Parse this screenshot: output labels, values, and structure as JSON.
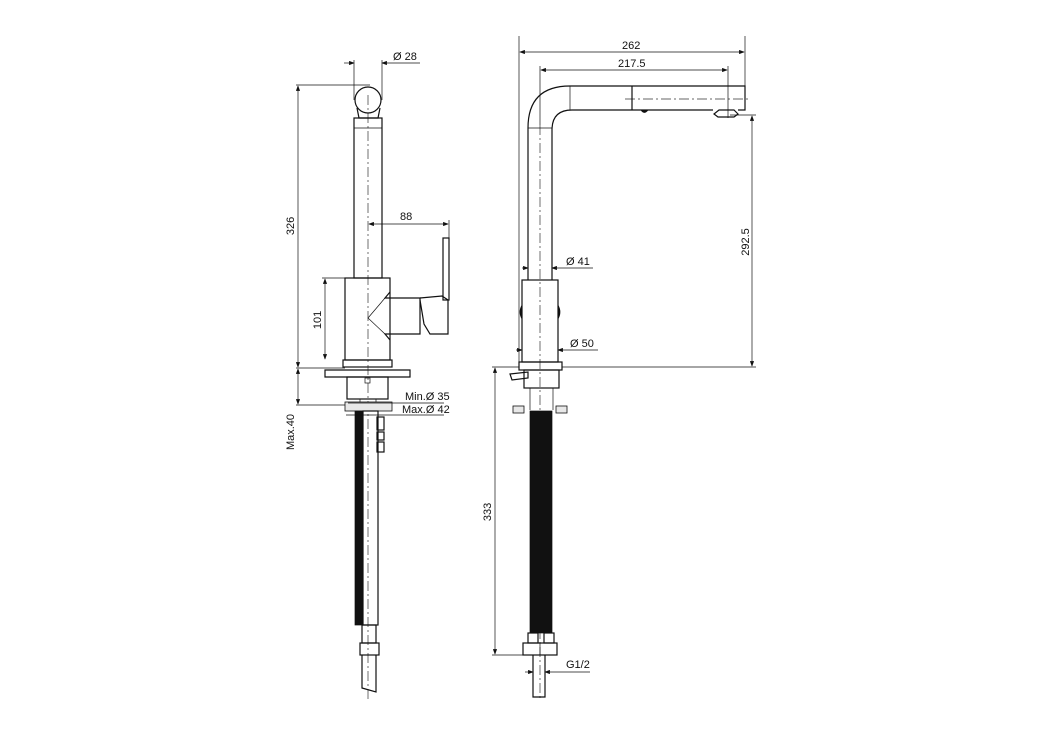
{
  "drawing": {
    "side_view": {
      "dimensions": {
        "spout_diameter": "Ø 28",
        "height": "326",
        "handle_reach": "88",
        "body_height": "101",
        "deck_thickness": "Max.40",
        "hole_min": "Min.Ø 35",
        "hole_max": "Max.Ø 42"
      }
    },
    "front_view": {
      "dimensions": {
        "overall_reach": "262",
        "spout_reach": "217.5",
        "spout_height": "292.5",
        "tube_diameter": "Ø 41",
        "base_diameter": "Ø 50",
        "hose_length": "333",
        "thread": "G1/2"
      }
    }
  }
}
